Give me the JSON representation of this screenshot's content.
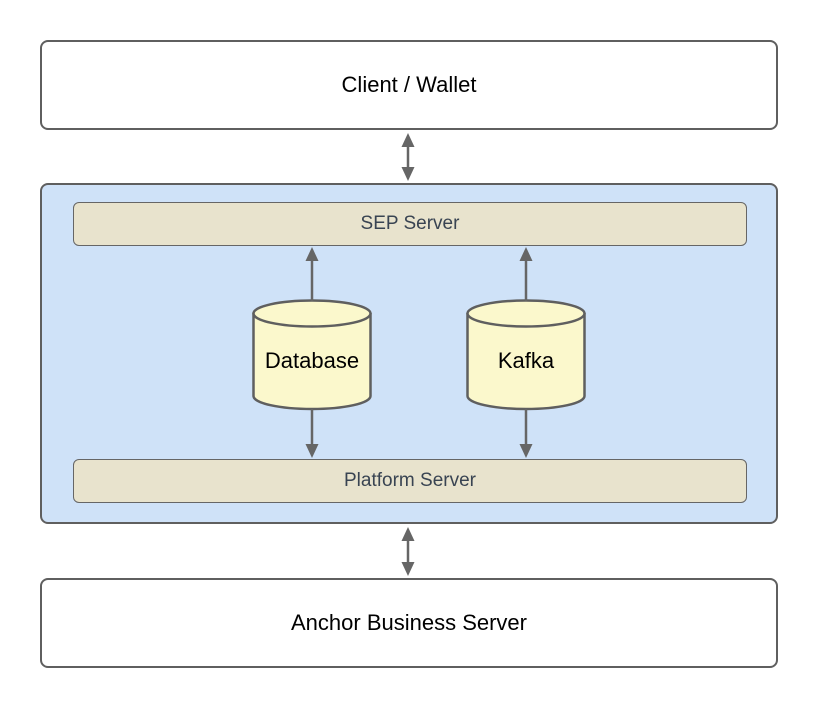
{
  "diagram": {
    "title": "Anchor Platform architecture diagram",
    "nodes": {
      "client": {
        "label": "Client / Wallet",
        "shape": "rounded-rectangle",
        "fill": "#ffffff"
      },
      "container": {
        "label": "",
        "shape": "rounded-rectangle",
        "fill": "#cfe2f8",
        "role": "platform-boundary"
      },
      "sep_server": {
        "label": "SEP Server",
        "shape": "rounded-bar",
        "fill": "#e8e3cd"
      },
      "database": {
        "label": "Database",
        "shape": "cylinder",
        "fill": "#fbf8cc"
      },
      "kafka": {
        "label": "Kafka",
        "shape": "cylinder",
        "fill": "#fbf8cc"
      },
      "platform_server": {
        "label": "Platform Server",
        "shape": "rounded-bar",
        "fill": "#e8e3cd"
      },
      "anchor": {
        "label": "Anchor Business Server",
        "shape": "rounded-rectangle",
        "fill": "#ffffff"
      }
    },
    "edges": [
      {
        "from": "client",
        "to": "container",
        "arrowheads": "both"
      },
      {
        "from": "database",
        "to": "sep_server",
        "arrowheads": "end"
      },
      {
        "from": "kafka",
        "to": "sep_server",
        "arrowheads": "end"
      },
      {
        "from": "database",
        "to": "platform_server",
        "arrowheads": "end"
      },
      {
        "from": "kafka",
        "to": "platform_server",
        "arrowheads": "end"
      },
      {
        "from": "container",
        "to": "anchor",
        "arrowheads": "both"
      }
    ],
    "colors": {
      "border": "#5f5f5f",
      "bar_border": "#666666",
      "container_fill": "#cfe2f8",
      "bar_fill": "#e8e3cd",
      "cylinder_fill": "#fbf8cc",
      "bar_text": "#394452",
      "box_text": "#000000",
      "arrow": "#666666",
      "background": "#ffffff"
    }
  }
}
